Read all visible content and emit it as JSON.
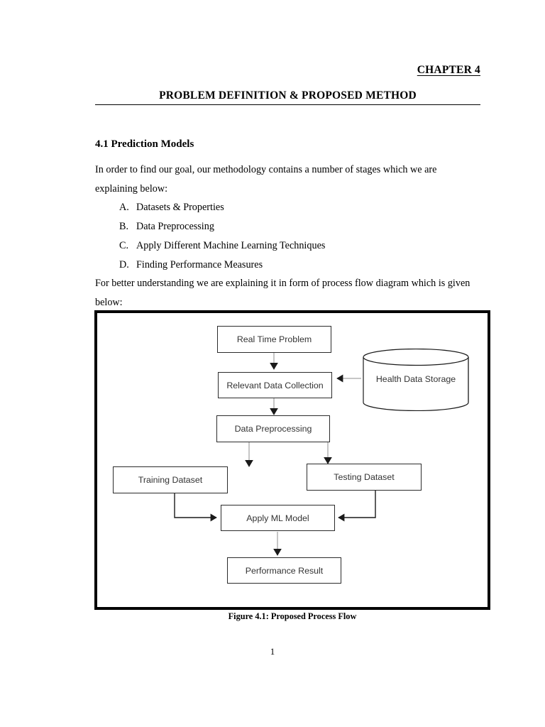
{
  "document": {
    "chapter_label": "CHAPTER 4",
    "chapter_title": "PROBLEM DEFINITION & PROPOSED METHOD",
    "section_heading": "4.1 Prediction Models",
    "intro_paragraph": "In order to find our goal, our methodology contains a number of stages which we are explaining below:",
    "intro_line_1": "In order to find our goal, our methodology contains a number of stages which we are",
    "intro_line_2": "explaining below:",
    "list_items": [
      {
        "marker": "A.",
        "text": "Datasets & Properties"
      },
      {
        "marker": "B.",
        "text": "Data Preprocessing"
      },
      {
        "marker": "C.",
        "text": "Apply Different Machine Learning Techniques"
      },
      {
        "marker": "D.",
        "text": "Finding Performance Measures"
      }
    ],
    "closing_paragraph": "For better understanding we are explaining it in form of process flow diagram which is given below:",
    "closing_line_1": "For better understanding we are explaining it in form of process flow diagram which is",
    "closing_line_2": "given below:",
    "figure_caption": "Figure 4.1: Proposed Process Flow",
    "page_number": "1"
  },
  "flowchart": {
    "nodes": {
      "real_time_problem": "Real Time Problem",
      "relevant_data_collection": "Relevant Data Collection",
      "health_data_storage": "Health Data Storage",
      "data_preprocessing": "Data Preprocessing",
      "training_dataset": "Training Dataset",
      "testing_dataset": "Testing Dataset",
      "apply_ml_model": "Apply ML Model",
      "performance_result": "Performance Result"
    },
    "colors": {
      "box_border": "#2b2b2b",
      "connector": "#9a9a9a",
      "connector_dark": "#1a1a1a",
      "text": "#333333",
      "frame": "#000000"
    }
  }
}
